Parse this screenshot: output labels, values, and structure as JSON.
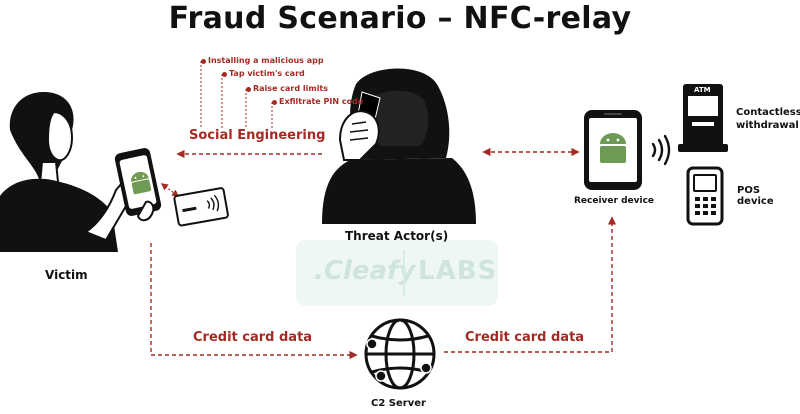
{
  "title": "Fraud Scenario – NFC-relay",
  "social": {
    "label": "Social Engineering",
    "steps": [
      "Installing a malicious app",
      "Tap victim's card",
      "Raise card limits",
      "Exfiltrate PIN code"
    ]
  },
  "actors": {
    "victim": "Victim",
    "threat_actor": "Threat Actor(s)",
    "receiver": "Receiver device",
    "c2": "C2 Server"
  },
  "endpoints": {
    "atm_sign": "ATM",
    "contactless": "Contactless withdrawal",
    "pos": "POS device"
  },
  "flows": {
    "left": "Credit card data",
    "right": "Credit card data"
  },
  "watermark": {
    "brand": ".Cleafy",
    "sub": "LABS"
  },
  "colors": {
    "accent": "#a52a24",
    "android": "#6e9a55",
    "ink": "#111111"
  }
}
